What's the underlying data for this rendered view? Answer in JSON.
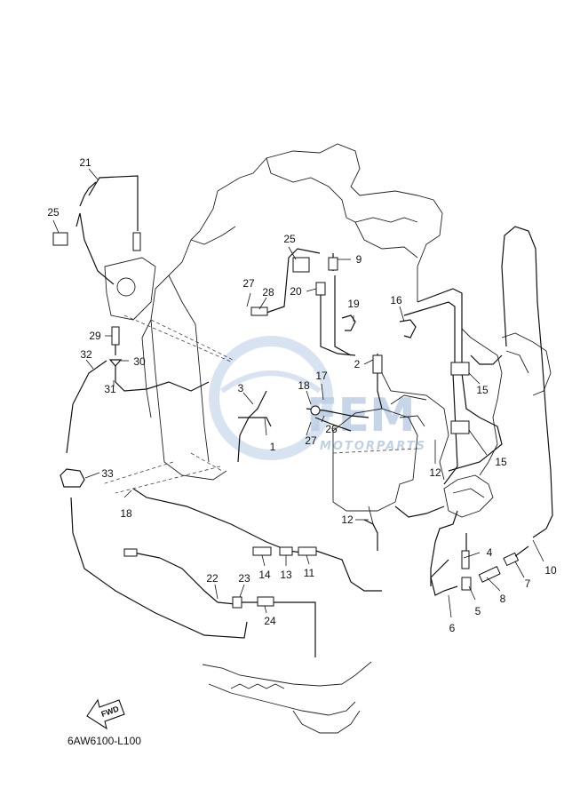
{
  "diagram": {
    "code": "6AW6100-L100",
    "fwd_label": "FWD",
    "watermark": {
      "main": "FEM",
      "sub": "MOTORPARTS",
      "color": "#b9cde3"
    },
    "parts": [
      "1",
      "2",
      "3",
      "4",
      "5",
      "6",
      "7",
      "8",
      "9",
      "10",
      "11",
      "12",
      "12",
      "13",
      "14",
      "15",
      "15",
      "16",
      "17",
      "18",
      "18",
      "19",
      "20",
      "21",
      "22",
      "23",
      "24",
      "25",
      "25",
      "26",
      "27",
      "27",
      "28",
      "29",
      "30",
      "31",
      "32",
      "33"
    ]
  }
}
